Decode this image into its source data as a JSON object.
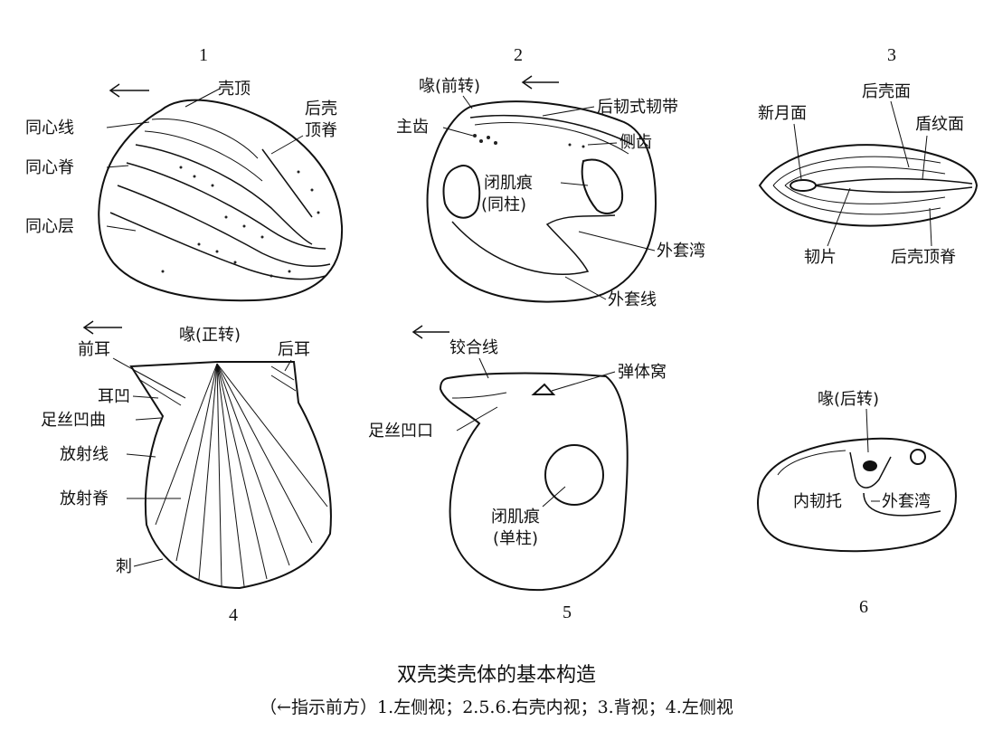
{
  "panels": [
    {
      "number": "1",
      "labels": [
        "壳顶",
        "后壳",
        "顶脊",
        "同心线",
        "同心脊",
        "同心层"
      ]
    },
    {
      "number": "2",
      "labels": [
        "喙(前转)",
        "后韧式韧带",
        "主齿",
        "侧齿",
        "闭肌痕",
        "(同柱)",
        "外套湾",
        "外套线"
      ]
    },
    {
      "number": "3",
      "labels": [
        "后壳面",
        "新月面",
        "盾纹面",
        "韧片",
        "后壳顶脊"
      ]
    },
    {
      "number": "4",
      "labels": [
        "喙(正转)",
        "前耳",
        "后耳",
        "耳凹",
        "足丝凹曲",
        "放射线",
        "放射脊",
        "刺"
      ]
    },
    {
      "number": "5",
      "labels": [
        "铰合线",
        "弹体窝",
        "足丝凹口",
        "闭肌痕",
        "(单柱)"
      ]
    },
    {
      "number": "6",
      "labels": [
        "喙(后转)",
        "内韧托",
        "外套湾"
      ]
    }
  ],
  "caption": {
    "title": "双壳类壳体的基本构造",
    "subtitle": "（←指示前方）1.左侧视；2.5.6.右壳内视；3.背视；4.左侧视"
  }
}
